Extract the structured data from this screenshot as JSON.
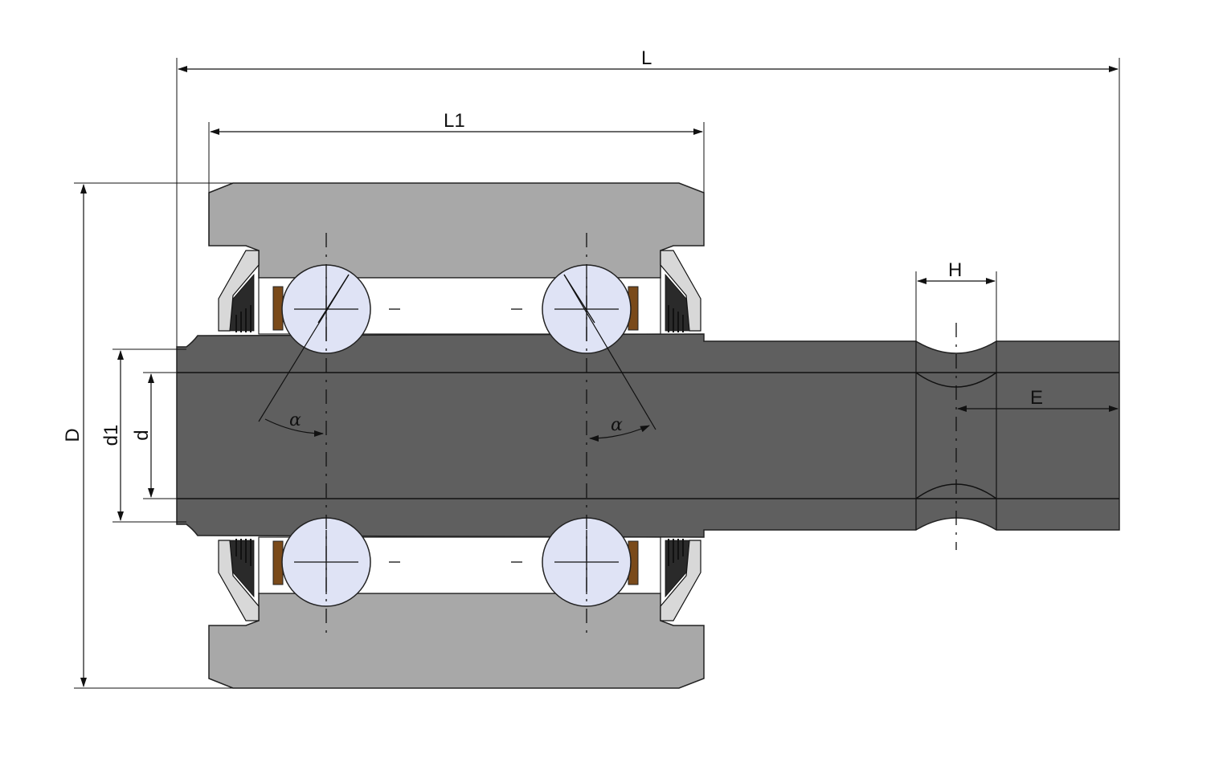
{
  "dimensions": {
    "overall_length": "L",
    "roller_length": "L1",
    "groove_width": "H",
    "groove_to_end": "E",
    "outer_diameter": "D",
    "shoulder_diameter": "d1",
    "shaft_diameter": "d"
  },
  "angles": {
    "contact_angle_left": "α",
    "contact_angle_right": "α"
  },
  "colors": {
    "outer_ring": "#a8a8a8",
    "shaft": "#5f5f5f",
    "ball": "#dfe3f5",
    "cage": "#7a4a1a",
    "lines": "#111111"
  }
}
